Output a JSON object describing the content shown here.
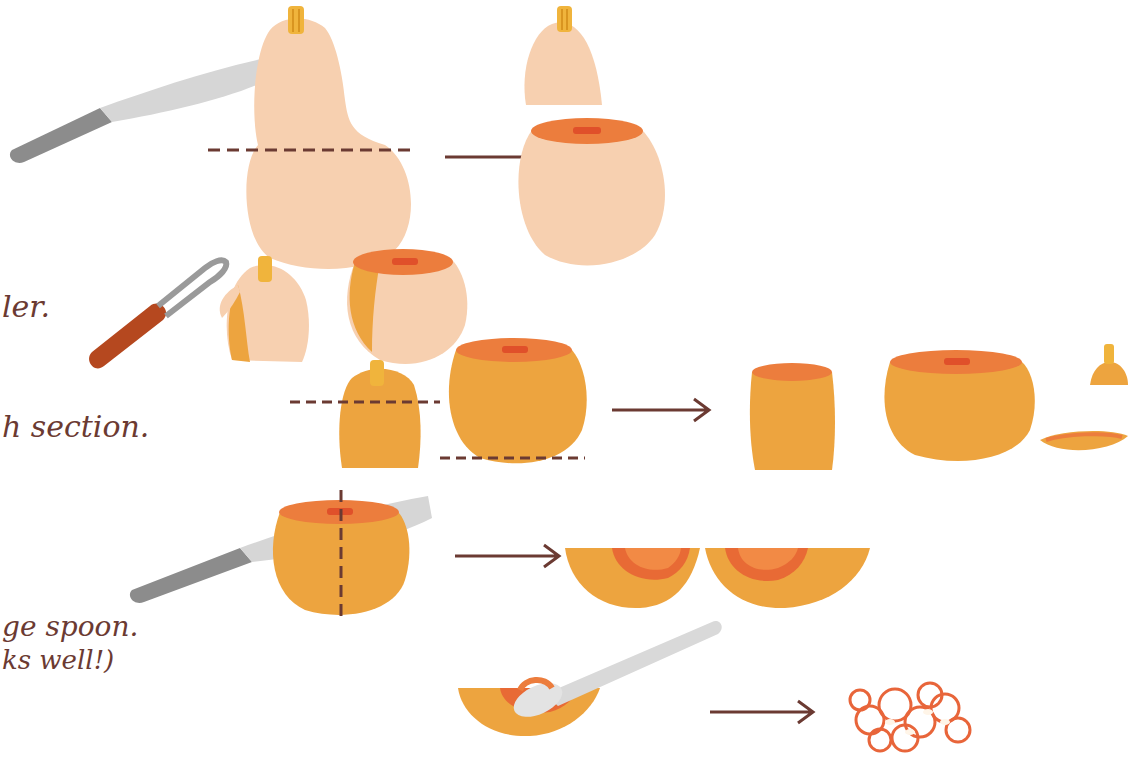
{
  "diagram": {
    "labels": [
      "ler.",
      "h section.",
      "ge spoon.",
      "ks well!)"
    ]
  }
}
